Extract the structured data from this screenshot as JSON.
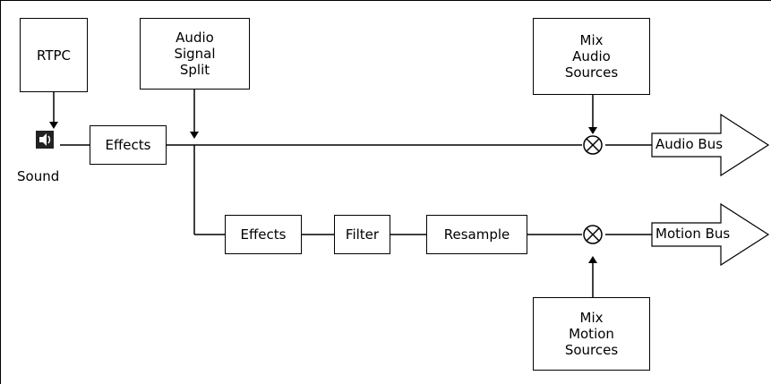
{
  "nodes": {
    "rtpc": "RTPC",
    "audio_signal_split": "Audio\nSignal\nSplit",
    "mix_audio_sources": "Mix\nAudio\nSources",
    "sound": "Sound",
    "effects_top": "Effects",
    "effects_bottom": "Effects",
    "filter": "Filter",
    "resample": "Resample",
    "mix_motion_sources": "Mix\nMotion\nSources"
  },
  "outputs": {
    "audio_bus": "Audio Bus",
    "motion_bus": "Motion Bus"
  },
  "icons": {
    "sound": "speaker-sound-icon",
    "mixer": "circle-x-mixer-icon",
    "bus_arrow": "hollow-arrow-icon"
  },
  "colors": {
    "line": "#000000",
    "background": "#ffffff"
  }
}
